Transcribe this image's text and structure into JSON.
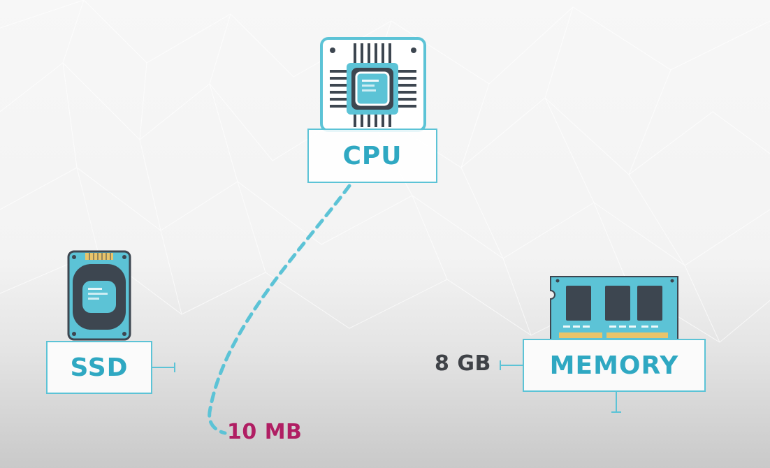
{
  "nodes": {
    "cpu": {
      "label": "CPU"
    },
    "ssd": {
      "label": "SSD"
    },
    "memory": {
      "label": "MEMORY"
    }
  },
  "values": {
    "memory_capacity": "8 GB",
    "ssd_transfer": "10 MB"
  },
  "colors": {
    "accent_teal": "#5cc3d6",
    "label_teal": "#2fa8c2",
    "chip_dark": "#3d4650",
    "highlight_magenta": "#b01e63",
    "text_dark": "#3f4247"
  },
  "icons": [
    "cpu-chip-icon",
    "ssd-drive-icon",
    "memory-stick-icon"
  ]
}
